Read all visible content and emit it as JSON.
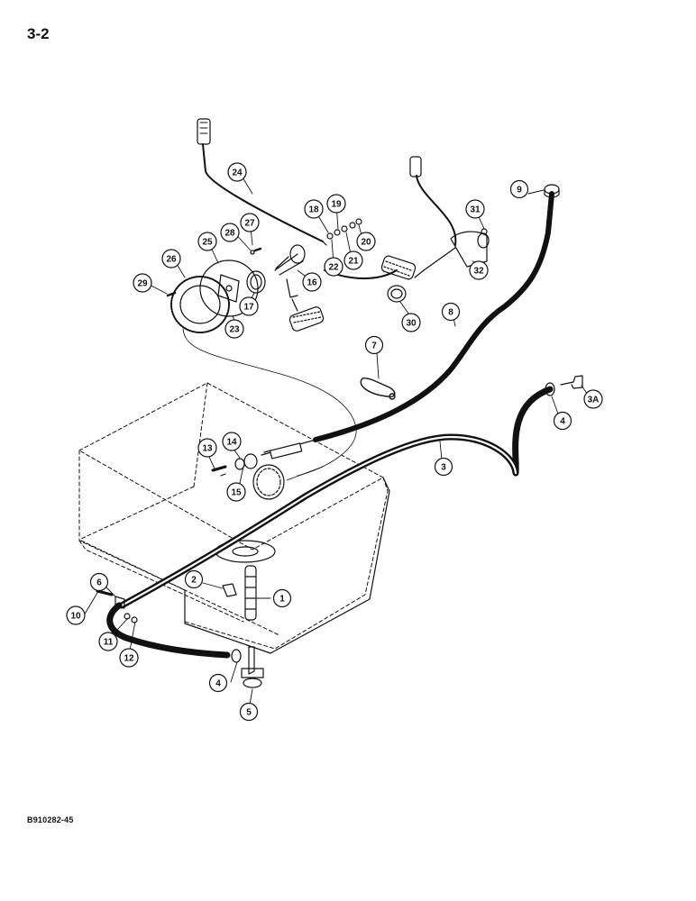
{
  "page": {
    "number": "3-2",
    "figure_code": "B910282-45"
  },
  "callouts": [
    {
      "id": "c1",
      "label": "1"
    },
    {
      "id": "c2",
      "label": "2"
    },
    {
      "id": "c3",
      "label": "3"
    },
    {
      "id": "c3a",
      "label": "3A"
    },
    {
      "id": "c4a",
      "label": "4"
    },
    {
      "id": "c4b",
      "label": "4"
    },
    {
      "id": "c5",
      "label": "5"
    },
    {
      "id": "c6",
      "label": "6"
    },
    {
      "id": "c7",
      "label": "7"
    },
    {
      "id": "c8",
      "label": "8"
    },
    {
      "id": "c9",
      "label": "9"
    },
    {
      "id": "c10",
      "label": "10"
    },
    {
      "id": "c11",
      "label": "11"
    },
    {
      "id": "c12",
      "label": "12"
    },
    {
      "id": "c13",
      "label": "13"
    },
    {
      "id": "c14",
      "label": "14"
    },
    {
      "id": "c15",
      "label": "15"
    },
    {
      "id": "c16",
      "label": "16"
    },
    {
      "id": "c17",
      "label": "17"
    },
    {
      "id": "c18",
      "label": "18"
    },
    {
      "id": "c19",
      "label": "19"
    },
    {
      "id": "c20",
      "label": "20"
    },
    {
      "id": "c21",
      "label": "21"
    },
    {
      "id": "c22",
      "label": "22"
    },
    {
      "id": "c23",
      "label": "23"
    },
    {
      "id": "c24",
      "label": "24"
    },
    {
      "id": "c25",
      "label": "25"
    },
    {
      "id": "c26",
      "label": "26"
    },
    {
      "id": "c27",
      "label": "27"
    },
    {
      "id": "c28",
      "label": "28"
    },
    {
      "id": "c29",
      "label": "29"
    },
    {
      "id": "c30",
      "label": "30"
    },
    {
      "id": "c31",
      "label": "31"
    },
    {
      "id": "c32",
      "label": "32"
    }
  ]
}
